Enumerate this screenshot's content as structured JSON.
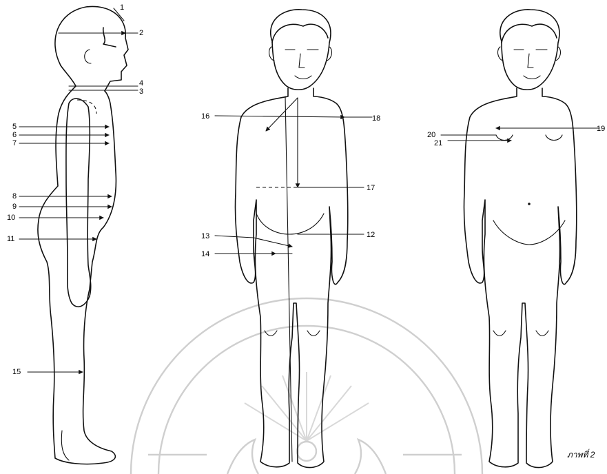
{
  "caption": "ภาพที่ 2",
  "side_figure": {
    "labels": [
      "1",
      "2",
      "3",
      "4",
      "5",
      "6",
      "7",
      "8",
      "9",
      "10",
      "11",
      "15"
    ]
  },
  "front_figure": {
    "labels": [
      "12",
      "13",
      "14",
      "16",
      "17",
      "18"
    ]
  },
  "back_figure": {
    "labels": [
      "19",
      "20",
      "21"
    ]
  }
}
